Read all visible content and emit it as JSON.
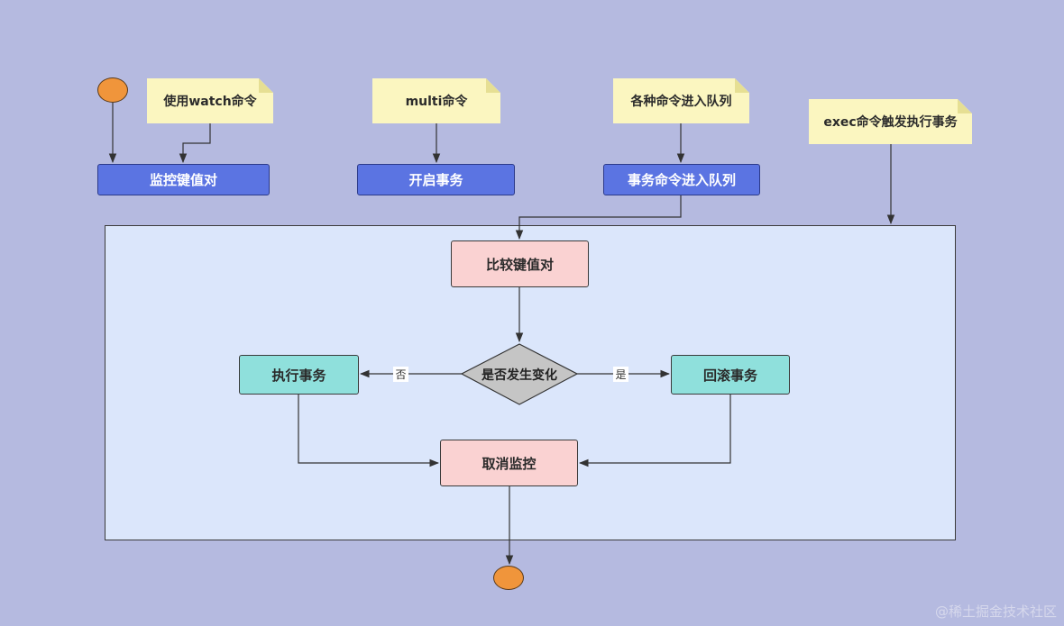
{
  "notes": {
    "watch": "使用watch命令",
    "multi": "multi命令",
    "queue": "各种命令进入队列",
    "exec": "exec命令触发执行事务"
  },
  "top_boxes": {
    "monitor": "监控键值对",
    "start": "开启事务",
    "enqueue": "事务命令进入队列"
  },
  "inner": {
    "compare": "比较键值对",
    "decision": "是否发生变化",
    "execute": "执行事务",
    "rollback": "回滚事务",
    "unwatch": "取消监控"
  },
  "edge_labels": {
    "no": "否",
    "yes": "是"
  },
  "watermark": "@稀土掘金技术社区"
}
